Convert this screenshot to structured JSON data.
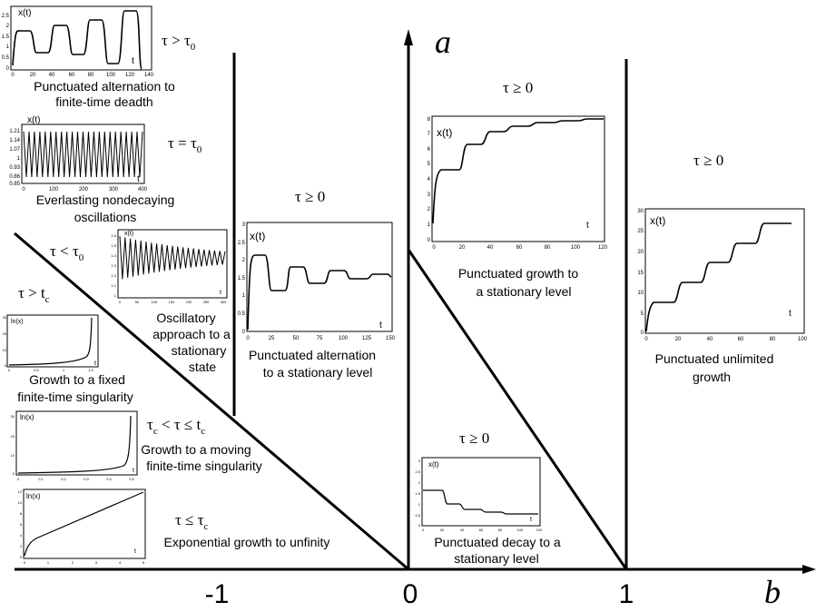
{
  "axes": {
    "a_label": "a",
    "b_label": "b",
    "ticks": [
      "-1",
      "0",
      "1"
    ]
  },
  "regions": {
    "alt_finite_death": {
      "condition": {
        "sym": "τ",
        "rel": ">",
        "rhs": "τ",
        "rhs_sub": "0"
      },
      "caption": [
        "Punctuated alternation to",
        "finite-time deadth"
      ],
      "plot": {
        "ylabel": "x(t)",
        "xlabel": "t",
        "xticks": [
          "0",
          "20",
          "40",
          "60",
          "80",
          "100",
          "120",
          "140"
        ],
        "yticks": [
          "2.5",
          "2",
          "1.5",
          "1",
          "0.5",
          "0"
        ]
      }
    },
    "everlasting": {
      "condition": {
        "sym": "τ",
        "rel": "=",
        "rhs": "τ",
        "rhs_sub": "0"
      },
      "caption": [
        "Everlasting nondecaying",
        "oscillations"
      ],
      "plot": {
        "ylabel": "x(t)",
        "xlabel": "t",
        "xticks": [
          "0",
          "100",
          "200",
          "300",
          "400"
        ],
        "yticks": [
          "1.21",
          "1.14",
          "1.07",
          "1",
          "0.93",
          "0.86",
          "0.85"
        ]
      }
    },
    "oscillatory": {
      "condition": {
        "sym": "τ",
        "rel": "<",
        "rhs": "τ",
        "rhs_sub": "0"
      },
      "caption": [
        "Oscillatory",
        "approach to a",
        "stationary",
        "state"
      ],
      "plot": {
        "ylabel": "x(t)",
        "xlabel": "t",
        "xticks": [
          "0",
          "50",
          "100",
          "150",
          "200",
          "250",
          "300"
        ],
        "yticks": [
          "1.6",
          "1.5",
          "1.4",
          "1.3",
          "1.2",
          "1.1",
          "1"
        ]
      }
    },
    "fixed_singularity": {
      "condition": {
        "sym": "τ",
        "rel": ">",
        "rhs": "t",
        "rhs_sub": "c"
      },
      "caption": [
        "Growth to a fixed",
        "finite-time singularity"
      ],
      "plot": {
        "ylabel": "ln(x)",
        "xlabel": "t",
        "xticks": [
          "0",
          "0.5",
          "1",
          "1.5"
        ],
        "yticks": [
          "30",
          "20",
          "10",
          "0"
        ]
      }
    },
    "moving_singularity": {
      "condition": {
        "lhs": "τ",
        "lhs_sub": "c",
        "rel1": "<",
        "sym": "τ",
        "rel2": "≤",
        "rhs": "t",
        "rhs_sub": "c"
      },
      "caption": [
        "Growth to a moving",
        "finite-time singularity"
      ],
      "plot": {
        "ylabel": "ln(x)",
        "xlabel": "t",
        "xticks": [
          "0",
          "0.1",
          "0.2",
          "0.3",
          "0.4",
          "0.5"
        ],
        "yticks": [
          "30",
          "20",
          "10",
          "0"
        ]
      }
    },
    "exponential": {
      "condition": {
        "sym": "τ",
        "rel": "≤",
        "rhs": "τ",
        "rhs_sub": "c"
      },
      "caption": [
        "Exponential growth to unfinity"
      ],
      "plot": {
        "ylabel": "ln(x)",
        "xlabel": "t",
        "xticks": [
          "0",
          "1",
          "2",
          "3",
          "4",
          "5"
        ],
        "yticks": [
          "12",
          "10",
          "8",
          "6",
          "4",
          "2",
          "0"
        ]
      }
    },
    "alt_stationary": {
      "condition": {
        "sym": "τ",
        "rel": "≥",
        "rhs": "0"
      },
      "caption": [
        "Punctuated alternation",
        "to a stationary level"
      ],
      "plot": {
        "ylabel": "x(t)",
        "xlabel": "t",
        "xticks": [
          "0",
          "25",
          "50",
          "75",
          "100",
          "125",
          "150"
        ],
        "yticks": [
          "3",
          "2.5",
          "2",
          "1.5",
          "1",
          "0.5",
          "0"
        ]
      }
    },
    "growth_stationary": {
      "condition": {
        "sym": "τ",
        "rel": "≥",
        "rhs": "0"
      },
      "caption": [
        "Punctuated growth to",
        "a stationary level"
      ],
      "plot": {
        "ylabel": "x(t)",
        "xlabel": "t",
        "xticks": [
          "0",
          "20",
          "40",
          "60",
          "80",
          "100",
          "120"
        ],
        "yticks": [
          "8",
          "7",
          "6",
          "5",
          "4",
          "3",
          "2",
          "1",
          "0"
        ]
      }
    },
    "decay_stationary": {
      "condition": {
        "sym": "τ",
        "rel": "≥",
        "rhs": "0"
      },
      "caption": [
        "Punctuated decay to a",
        "stationary level"
      ],
      "plot": {
        "ylabel": "x(t)",
        "xlabel": "t",
        "xticks": [
          "0",
          "20",
          "40",
          "60",
          "80",
          "100",
          "120"
        ],
        "yticks": [
          "3",
          "2.5",
          "2",
          "1.5",
          "1",
          "0.5",
          "0"
        ]
      }
    },
    "unlimited": {
      "condition": {
        "sym": "τ",
        "rel": "≥",
        "rhs": "0"
      },
      "caption": [
        "Punctuated unlimited",
        "growth"
      ],
      "plot": {
        "ylabel": "x(t)",
        "xlabel": "t",
        "xticks": [
          "0",
          "20",
          "40",
          "60",
          "80",
          "100"
        ],
        "yticks": [
          "30",
          "25",
          "20",
          "15",
          "10",
          "5",
          "0"
        ]
      }
    }
  }
}
